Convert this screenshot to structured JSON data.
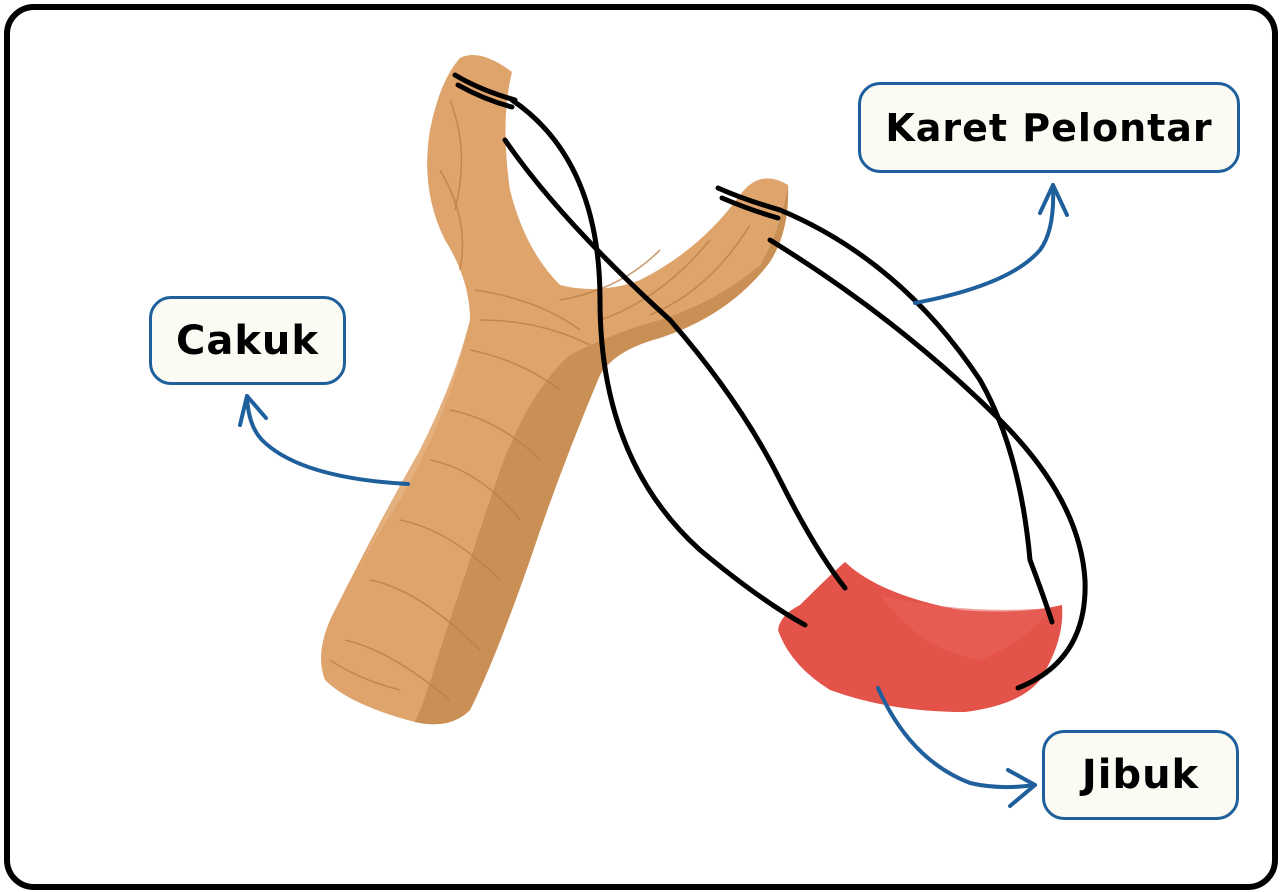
{
  "labels": {
    "handle": "Cakuk",
    "rubber": "Karet Pelontar",
    "pouch": "Jibuk"
  },
  "colors": {
    "frame_border": "#000000",
    "label_border": "#1f5f9c",
    "label_fill": "#fbfbf3",
    "arrow": "#1f5f9c",
    "wood_light": "#dfa46c",
    "wood_dark": "#c98f55",
    "rubber": "#000000",
    "pouch": "#e3534a"
  }
}
